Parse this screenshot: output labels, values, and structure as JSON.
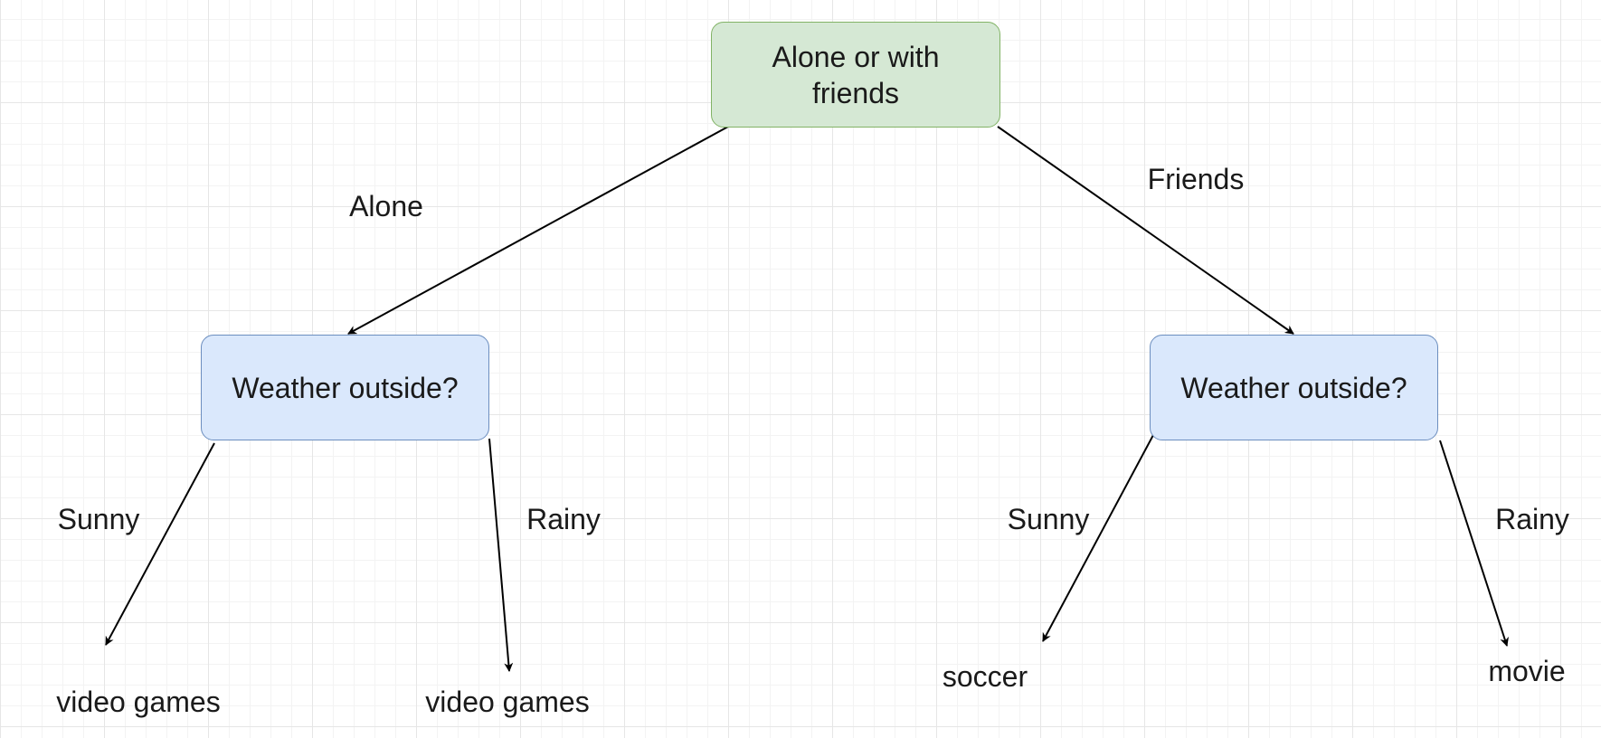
{
  "nodes": {
    "root": {
      "label": "Alone or with friends"
    },
    "left_decision": {
      "label": "Weather outside?"
    },
    "right_decision": {
      "label": "Weather outside?"
    }
  },
  "edges": {
    "root_to_left": {
      "label": "Alone"
    },
    "root_to_right": {
      "label": "Friends"
    },
    "left_to_sunny": {
      "label": "Sunny"
    },
    "left_to_rainy": {
      "label": "Rainy"
    },
    "right_to_sunny": {
      "label": "Sunny"
    },
    "right_to_rainy": {
      "label": "Rainy"
    }
  },
  "leaves": {
    "left_sunny": {
      "label": "video games"
    },
    "left_rainy": {
      "label": "video games"
    },
    "right_sunny": {
      "label": "soccer"
    },
    "right_rainy": {
      "label": "movie"
    }
  },
  "colors": {
    "root_fill": "#d5e8d4",
    "root_border": "#82b366",
    "decision_fill": "#dae8fc",
    "decision_border": "#6c8ebf",
    "edge": "#000000"
  }
}
